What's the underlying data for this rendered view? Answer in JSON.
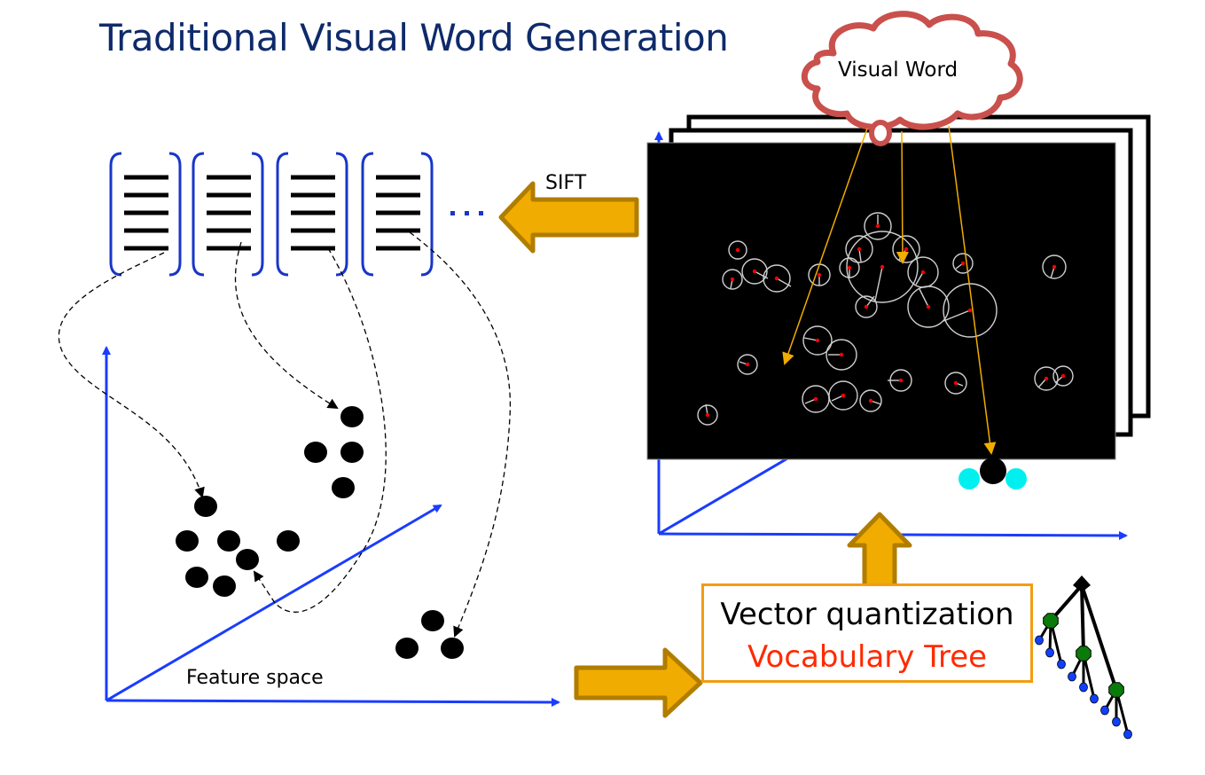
{
  "title": "Traditional Visual Word Generation",
  "labels": {
    "sift": "SIFT",
    "feature_space": "Feature space",
    "visual_word": "Visual Word",
    "vector_quantization": "Vector quantization",
    "vocabulary_tree": "Vocabulary Tree",
    "ellipsis": "· · ·"
  },
  "colors": {
    "title": "#0e2a6b",
    "axis": "#1a3cff",
    "bracket": "#1836c8",
    "arrow_fill": "#f0ac00",
    "arrow_stroke": "#b07d00",
    "cloud_stroke": "#c9504c",
    "vq_border": "#f39c12",
    "vocab_text": "#ff2a00",
    "keypoint": "#ff0000",
    "tree_inner": "#0a7a0a",
    "tree_leaf": "#1040ff",
    "cyan": "#00f0f0"
  },
  "descriptor_vectors": {
    "count": 4,
    "rows_per_vector": 5
  },
  "feature_clusters": [
    {
      "name": "cluster-top",
      "points": 4
    },
    {
      "name": "cluster-left",
      "points": 7
    },
    {
      "name": "cluster-bottom-right",
      "points": 3
    }
  ],
  "vocabulary_tree": {
    "branches": 3,
    "leaves_per_branch": 3
  }
}
